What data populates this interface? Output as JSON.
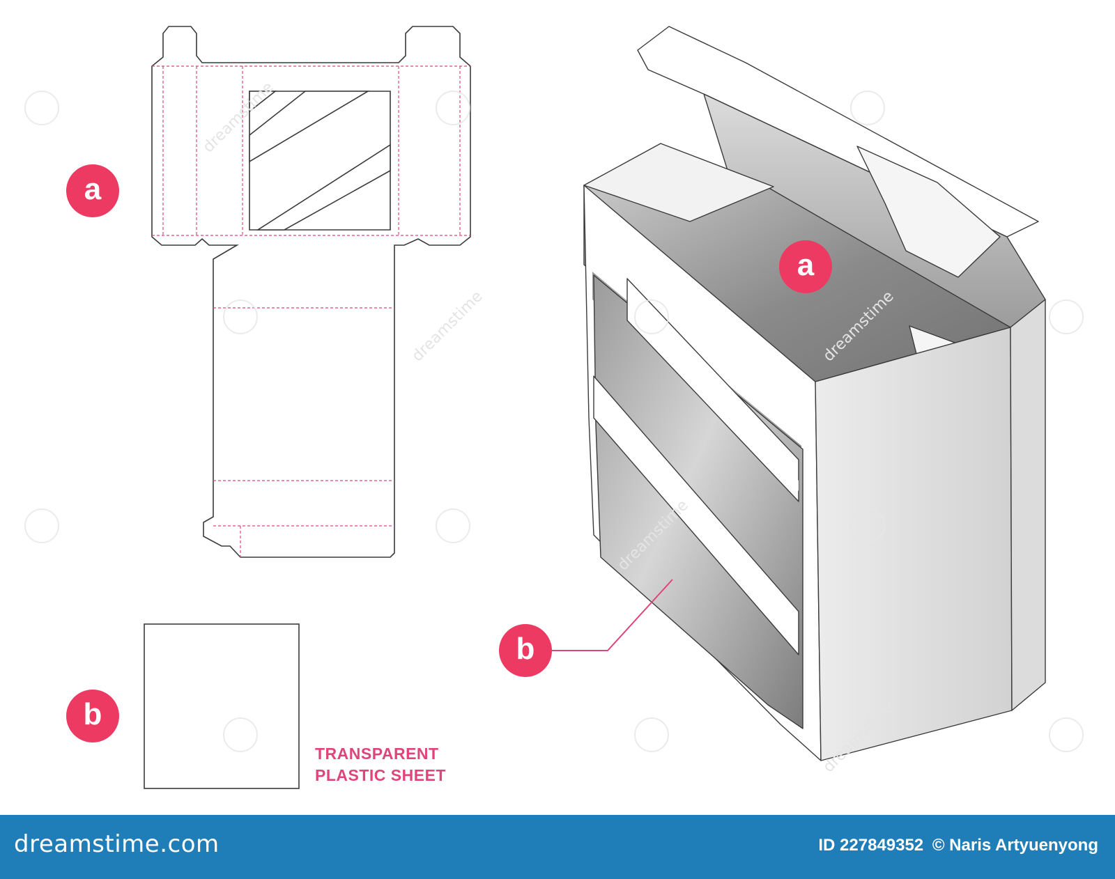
{
  "labels": {
    "a": "a",
    "b": "b"
  },
  "caption": {
    "line1": "TRANSPARENT",
    "line2": "PLASTIC SHEET"
  },
  "watermark": {
    "text": "dreamstime"
  },
  "footer": {
    "logo": "dreamstime.com",
    "id": "ID 227849352",
    "author": "© Naris Artyuenyong"
  },
  "colors": {
    "accent": "#ec3a62",
    "caption": "#e0457a",
    "crease": "#e0457a",
    "footer_bg": "#1f7db8"
  }
}
